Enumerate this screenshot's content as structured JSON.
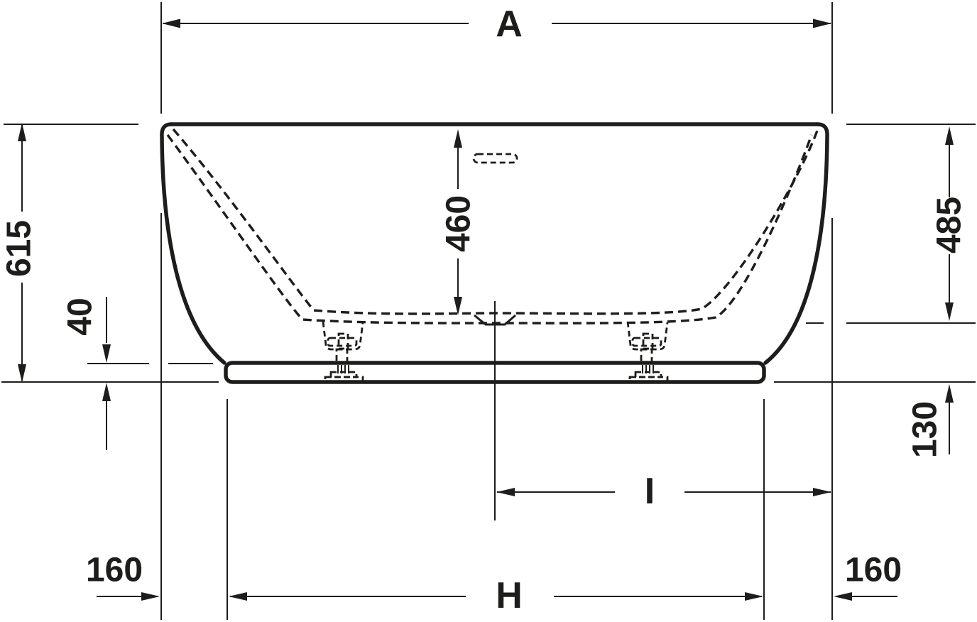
{
  "drawing": {
    "type": "technical-dimension-drawing",
    "subject": "freestanding bathtub, front elevation",
    "colors": {
      "line": "#1d1d1b",
      "background": "#ffffff"
    },
    "labels": {
      "overall_width": "A",
      "overall_height": "615",
      "plinth_inset_height": "40",
      "inner_depth": "460",
      "rim_to_inner_bottom": "485",
      "inner_bottom_to_floor": "130",
      "center_to_right_edge": "I",
      "base_width": "H",
      "left_overhang": "160",
      "right_overhang": "160"
    }
  }
}
